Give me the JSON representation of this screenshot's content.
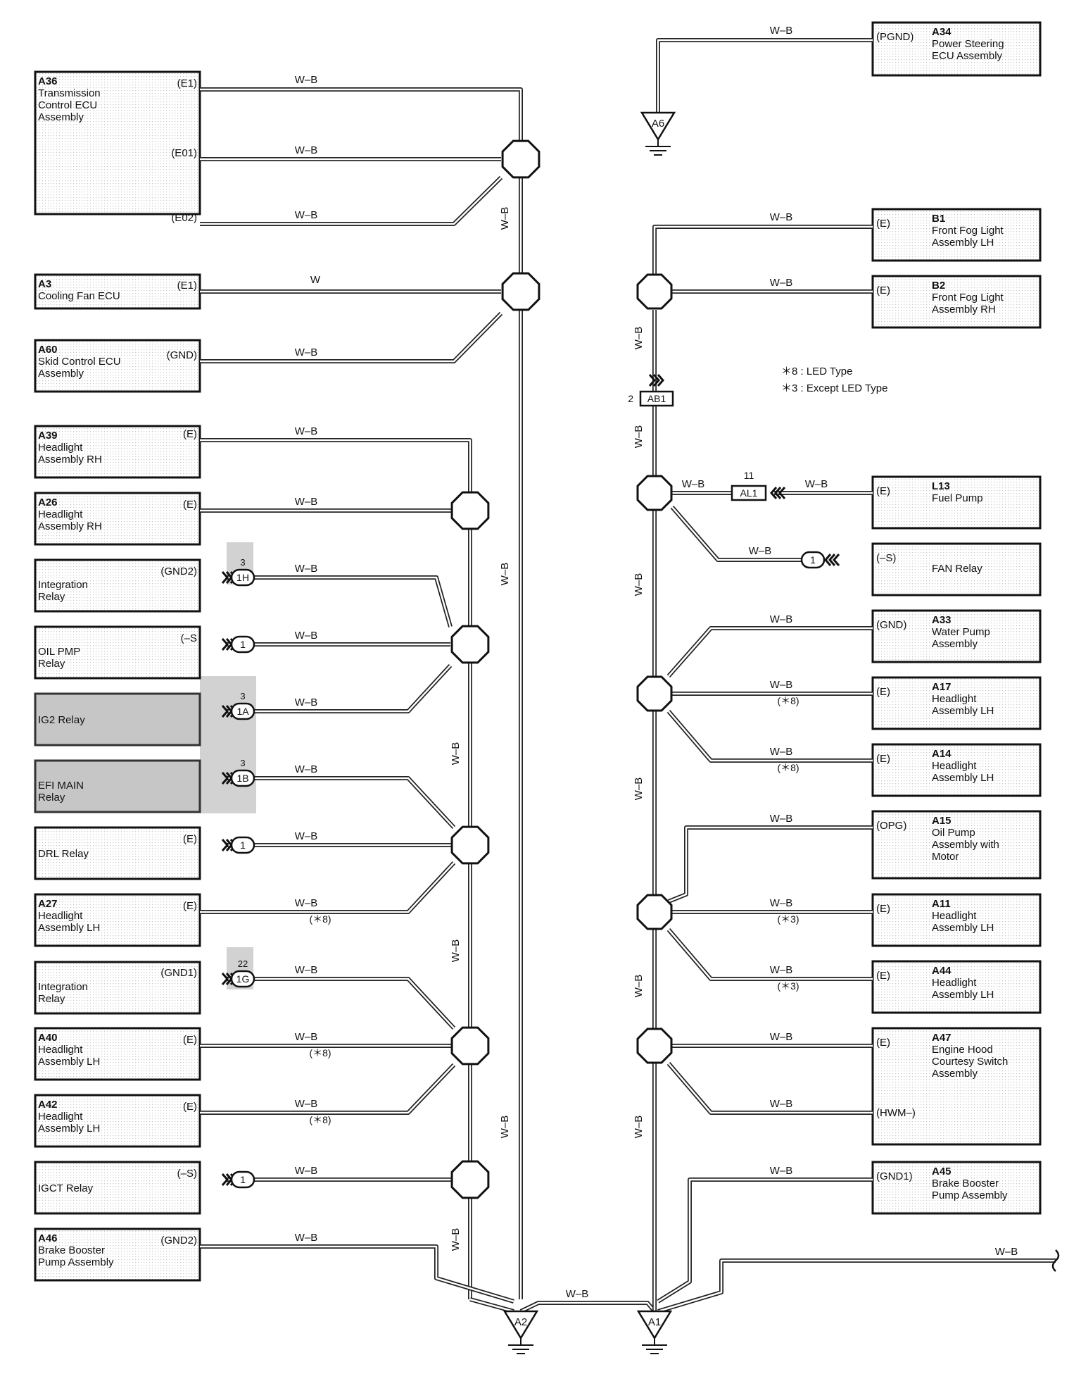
{
  "wire_labels": {
    "wb": "W–B",
    "w": "W"
  },
  "notes": {
    "led": "＊8 : LED Type",
    "except_led": "＊3 : Except LED Type"
  },
  "marks": {
    "led": "(＊8)",
    "except_led": "(＊3)"
  },
  "grounds": {
    "a1": "A1",
    "a2": "A2",
    "a6": "A6"
  },
  "connectors": {
    "ab1": {
      "name": "AB1",
      "pin": "2"
    },
    "al1": {
      "name": "AL1",
      "pin": "11"
    }
  },
  "left_components": [
    {
      "code": "A36",
      "lines": [
        "Transmission",
        "Control ECU",
        "Assembly"
      ],
      "terms": [
        "(E1)",
        "(E01)",
        "(E02)"
      ]
    },
    {
      "code": "A3",
      "lines": [
        "Cooling Fan ECU"
      ],
      "terms": [
        "(E1)"
      ]
    },
    {
      "code": "A60",
      "lines": [
        "Skid Control ECU",
        "Assembly"
      ],
      "terms": [
        "(GND)"
      ]
    },
    {
      "code": "A39",
      "lines": [
        "Headlight",
        "Assembly RH"
      ],
      "terms": [
        "(E)"
      ]
    },
    {
      "code": "A26",
      "lines": [
        "Headlight",
        "Assembly RH"
      ],
      "terms": [
        "(E)"
      ]
    },
    {
      "code": "",
      "lines": [
        "Integration",
        "Relay"
      ],
      "terms": [
        "(GND2)"
      ],
      "pin": "1H",
      "pin_top": "3"
    },
    {
      "code": "",
      "lines": [
        "OIL PMP",
        "Relay"
      ],
      "terms": [
        "(–S"
      ],
      "pin": "1"
    },
    {
      "code": "",
      "lines": [
        "IG2 Relay"
      ],
      "terms": [
        ""
      ],
      "pin": "1A",
      "pin_top": "3"
    },
    {
      "code": "",
      "lines": [
        "EFI MAIN",
        "Relay"
      ],
      "terms": [
        ""
      ],
      "pin": "1B",
      "pin_top": "3"
    },
    {
      "code": "",
      "lines": [
        "DRL Relay"
      ],
      "terms": [
        "(E)"
      ],
      "pin": "1"
    },
    {
      "code": "A27",
      "lines": [
        "Headlight",
        "Assembly LH"
      ],
      "terms": [
        "(E)"
      ]
    },
    {
      "code": "",
      "lines": [
        "Integration",
        "Relay"
      ],
      "terms": [
        "(GND1)"
      ],
      "pin": "1G",
      "pin_top": "22"
    },
    {
      "code": "A40",
      "lines": [
        "Headlight",
        "Assembly LH"
      ],
      "terms": [
        "(E)"
      ]
    },
    {
      "code": "A42",
      "lines": [
        "Headlight",
        "Assembly LH"
      ],
      "terms": [
        "(E)"
      ]
    },
    {
      "code": "",
      "lines": [
        "IGCT Relay"
      ],
      "terms": [
        "(–S)"
      ],
      "pin": "1"
    },
    {
      "code": "A46",
      "lines": [
        "Brake Booster",
        "Pump Assembly"
      ],
      "terms": [
        "(GND2)"
      ]
    }
  ],
  "right_components": [
    {
      "code": "A34",
      "lines": [
        "Power Steering",
        "ECU Assembly"
      ],
      "terms": [
        "(PGND)"
      ]
    },
    {
      "code": "B1",
      "lines": [
        "Front Fog Light",
        "Assembly LH"
      ],
      "terms": [
        "(E)"
      ]
    },
    {
      "code": "B2",
      "lines": [
        "Front Fog Light",
        "Assembly RH"
      ],
      "terms": [
        "(E)"
      ]
    },
    {
      "code": "L13",
      "lines": [
        "Fuel Pump"
      ],
      "terms": [
        "(E)"
      ]
    },
    {
      "code": "",
      "lines": [
        "FAN Relay"
      ],
      "terms": [
        "(–S)"
      ],
      "pin": "1"
    },
    {
      "code": "A33",
      "lines": [
        "Water Pump",
        "Assembly"
      ],
      "terms": [
        "(GND)"
      ]
    },
    {
      "code": "A17",
      "lines": [
        "Headlight",
        "Assembly LH"
      ],
      "terms": [
        "(E)"
      ]
    },
    {
      "code": "A14",
      "lines": [
        "Headlight",
        "Assembly LH"
      ],
      "terms": [
        "(E)"
      ]
    },
    {
      "code": "A15",
      "lines": [
        "Oil Pump",
        "Assembly with",
        "Motor"
      ],
      "terms": [
        "(OPG)"
      ]
    },
    {
      "code": "A11",
      "lines": [
        "Headlight",
        "Assembly LH"
      ],
      "terms": [
        "(E)"
      ]
    },
    {
      "code": "A44",
      "lines": [
        "Headlight",
        "Assembly LH"
      ],
      "terms": [
        "(E)"
      ]
    },
    {
      "code": "A47",
      "lines": [
        "Engine Hood",
        "Courtesy Switch",
        "Assembly"
      ],
      "terms": [
        "(E)",
        "(HWM–)"
      ]
    },
    {
      "code": "A45",
      "lines": [
        "Brake Booster",
        "Pump Assembly"
      ],
      "terms": [
        "(GND1)"
      ]
    }
  ]
}
